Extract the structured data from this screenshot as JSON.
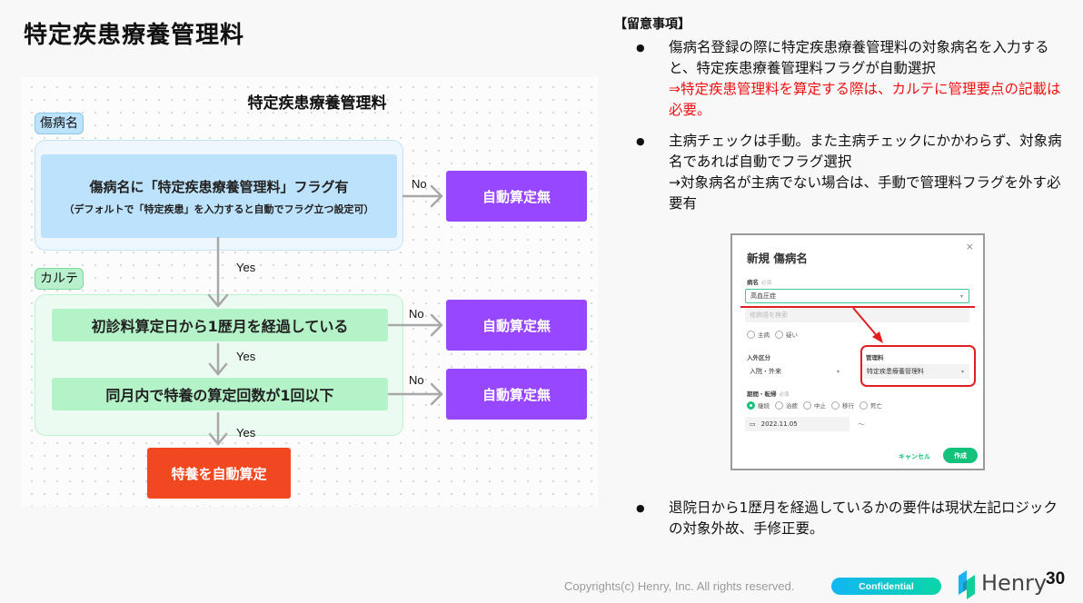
{
  "slide": {
    "title": "特定疾患療養管理料",
    "page_number": "30"
  },
  "flowchart": {
    "title": "特定疾患療養管理料",
    "groups": {
      "disease_tag": "傷病名",
      "chart_tag": "カルテ"
    },
    "nodes": {
      "flag_check": {
        "main": "傷病名に「特定疾患療養管理料」フラグ有",
        "sub": "（デフォルトで「特定疾患」を入力すると自動でフラグ立つ設定可）"
      },
      "first_visit_check": "初診料算定日から1歴月を経過している",
      "count_check": "同月内で特養の算定回数が1回以下",
      "no_auto_1": "自動算定無",
      "no_auto_2": "自動算定無",
      "no_auto_3": "自動算定無",
      "auto_calc": "特養を自動算定"
    },
    "edge_labels": {
      "yes": "Yes",
      "no": "No"
    },
    "colors": {
      "blue_node": "#bde2fb",
      "green_node": "#b4f2c8",
      "purple_node": "#9747ff",
      "red_node": "#f24822"
    }
  },
  "notes": {
    "heading": "【留意事項】",
    "items": [
      {
        "text": "傷病名登録の際に特定疾患療養管理料の対象病名を入力すると、特定疾患療養管理料フラグが自動選択",
        "highlight": "⇒特定疾患管理料を算定する際は、カルテに管理要点の記載は必要。"
      },
      {
        "text": "主病チェックは手動。また主病チェックにかかわらず、対象病名であれば自動でフラグ選択",
        "detail": "→対象病名が主病でない場合は、手動で管理料フラグを外す必要有"
      },
      {
        "text": "退院日から1歴月を経過しているかの要件は現状左記ロジックの対象外故、手修正要。"
      }
    ]
  },
  "modal_screenshot": {
    "title": "新規 傷病名",
    "close_icon": "×",
    "disease_label": "病名",
    "required": "必須",
    "disease_value": "高血圧症",
    "modifier_placeholder": "修飾語を検索",
    "flags": [
      "主病",
      "疑い"
    ],
    "inout_label": "入外区分",
    "inout_value": "入院・外来",
    "mgmt_label": "管理料",
    "mgmt_value": "特定疾患療養管理料",
    "period_label": "期間・転帰",
    "outcomes": [
      "継続",
      "治癒",
      "中止",
      "移行",
      "死亡"
    ],
    "selected_outcome": "継続",
    "start_date": "2022.11.05",
    "range_sep": "〜",
    "cancel": "キャンセル",
    "create": "作成"
  },
  "footer": {
    "copyright": "Copyrights(c) Henry, Inc. All rights reserved.",
    "badge": "Confidential",
    "brand": "Henry"
  }
}
